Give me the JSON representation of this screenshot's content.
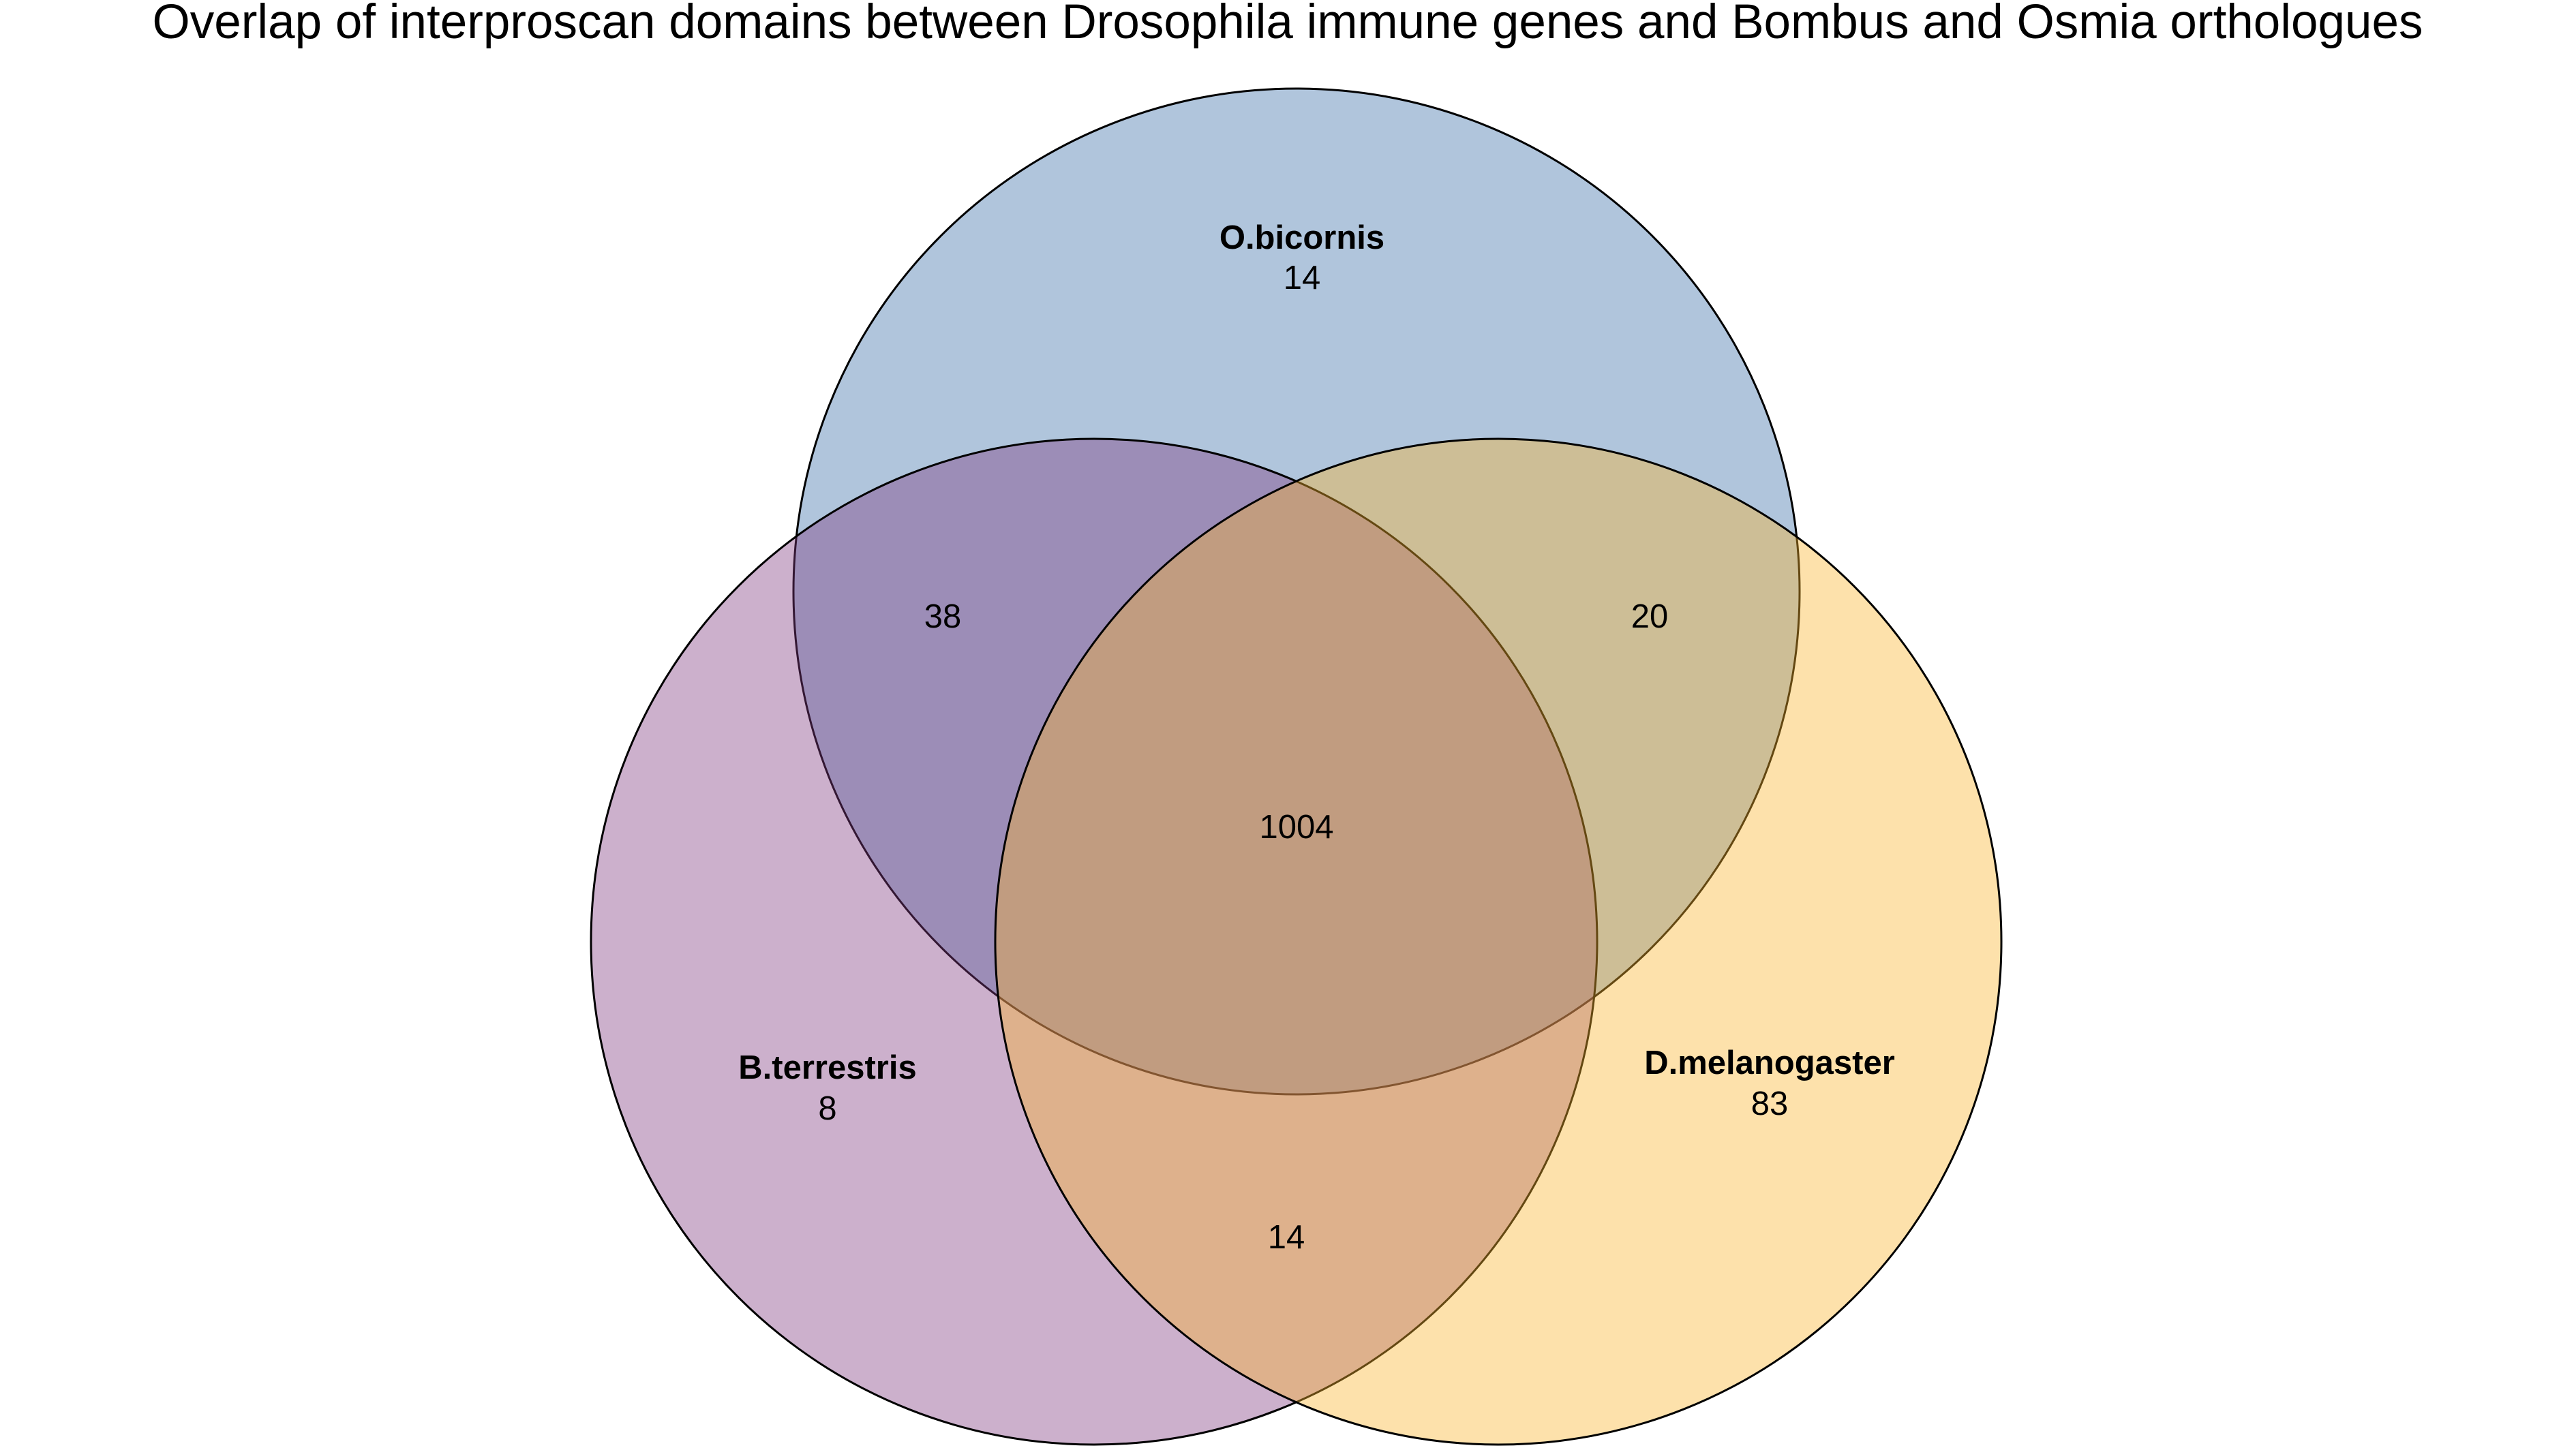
{
  "title": "Overlap of interproscan domains between Drosophila immune genes and Bombus and Osmia orthologues",
  "sets": [
    {
      "key": "osmia",
      "name": "O.bicornis",
      "color": "#3a6ea8"
    },
    {
      "key": "bombus",
      "name": "B.terrestris",
      "color": "#7f3a7f"
    },
    {
      "key": "dmel",
      "name": "D.melanogaster",
      "color": "#fbb42c"
    }
  ],
  "regions": {
    "osmia_only": "14",
    "bombus_only": "8",
    "dmel_only": "83",
    "osmia_bombus": "38",
    "osmia_dmel": "20",
    "bombus_dmel": "14",
    "all_three": "1004"
  }
}
